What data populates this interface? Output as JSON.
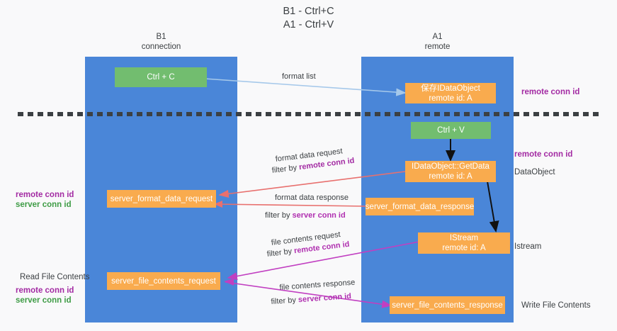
{
  "title": {
    "line1": "B1 - Ctrl+C",
    "line2": "A1 - Ctrl+V"
  },
  "columns": [
    {
      "id": "b1",
      "line1": "B1",
      "line2": "connection"
    },
    {
      "id": "a1",
      "line1": "A1",
      "line2": "remote"
    }
  ],
  "colors": {
    "lane": "#4a86d8",
    "node_orange": "#f9ab4e",
    "node_green": "#72bd6f",
    "arrow_blue": "#a5c8ea",
    "arrow_black": "#000000",
    "arrow_red": "#e8706e",
    "arrow_magenta": "#c13fc1",
    "text_purple": "#a32ba3",
    "text_green": "#3f9c46",
    "text_dark": "#3c4043",
    "divider": "#3c4043",
    "background": "#f9f9fa"
  },
  "nodes": {
    "ctrl_c": {
      "line1": "Ctrl + C",
      "line2": ""
    },
    "save_idataobject": {
      "line1": "保存IDataObject",
      "line2": "remote id: A"
    },
    "ctrl_v": {
      "line1": "Ctrl + V",
      "line2": ""
    },
    "getdata": {
      "line1": "IDataObject::GetData",
      "line2": "remote id: A"
    },
    "server_format_data_request": {
      "line1": "server_format_data_request",
      "line2": ""
    },
    "server_format_data_response": {
      "line1": "server_format_data_response",
      "line2": ""
    },
    "istream": {
      "line1": "IStream",
      "line2": "remote id: A"
    },
    "server_file_contents_request": {
      "line1": "server_file_contents_request",
      "line2": ""
    },
    "server_file_contents_response": {
      "line1": "server_file_contents_response",
      "line2": ""
    }
  },
  "edge_labels": {
    "format_list": "format list",
    "format_data_request": "format data request",
    "format_data_request_filter_prefix": "filter by ",
    "format_data_request_filter_key": "remote conn id",
    "format_data_response": "format data response",
    "format_data_response_filter_prefix": "filter by ",
    "format_data_response_filter_key": "server conn id",
    "file_contents_request": "file contents request",
    "file_contents_request_filter_prefix": "filter by ",
    "file_contents_request_filter_key": "remote conn id",
    "file_contents_response": "file contents response",
    "file_contents_response_filter_prefix": "filter by ",
    "file_contents_response_filter_key": "server conn id"
  },
  "side_labels": {
    "right_remote_conn_id_top": "remote conn id",
    "right_remote_conn_id_mid": "remote conn id",
    "right_dataobject": "DataObject",
    "right_istream": "Istream",
    "right_write_file_contents": "Write File Contents",
    "left_remote_conn_id_mid": "remote conn id",
    "left_server_conn_id_mid": "server conn id",
    "left_read_file_contents": "Read File Contents",
    "left_remote_conn_id_bottom": "remote conn id",
    "left_server_conn_id_bottom": "server conn id"
  }
}
